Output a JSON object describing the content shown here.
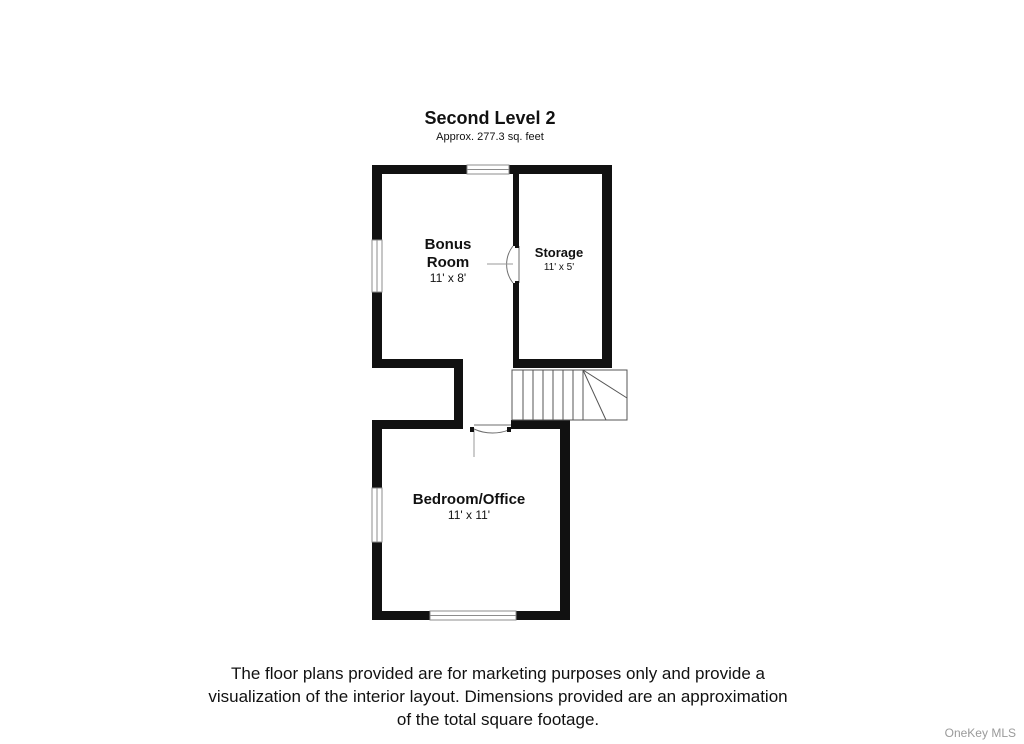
{
  "plan": {
    "title": "Second Level 2",
    "area": "Approx. 277.3 sq. feet"
  },
  "rooms": [
    {
      "name_line1": "Bonus",
      "name_line2": "Room",
      "dimensions": "11' x 8'"
    },
    {
      "name": "Storage",
      "dimensions": "11' x 5'"
    },
    {
      "name": "Bedroom/Office",
      "dimensions": "11' x 11'"
    }
  ],
  "disclaimer": {
    "line1": "The floor plans provided are for marketing purposes only and provide a",
    "line2": "visualization of the interior layout. Dimensions provided are an approximation",
    "line3": "of the total square footage."
  },
  "watermark": "OneKey MLS",
  "colors": {
    "wall": "#111111",
    "window": "#9a9a9a",
    "background": "#ffffff"
  }
}
